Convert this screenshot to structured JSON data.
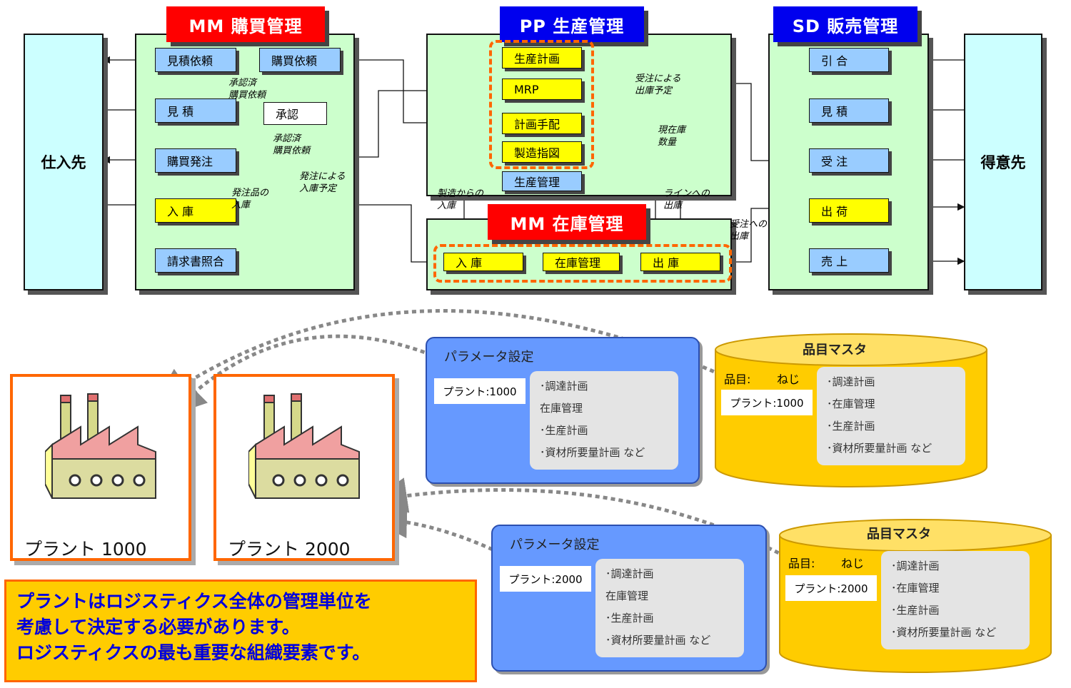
{
  "modules": {
    "mm_purchase": "MM 購買管理",
    "pp_production": "PP 生産管理",
    "sd_sales": "SD 販売管理",
    "mm_inventory": "MM 在庫管理"
  },
  "parties": {
    "supplier": "仕入先",
    "customer": "得意先"
  },
  "purchase_boxes": {
    "rfq": "見積依頼",
    "requisition": "購買依頼",
    "quote": "見 積",
    "approval": "承認",
    "po": "購買発注",
    "gr": "入 庫",
    "invoice": "請求書照合"
  },
  "production_boxes": {
    "plan": "生産計画",
    "mrp": "MRP",
    "planned_order": "計画手配",
    "prod_order": "製造指図",
    "prod_control": "生産管理"
  },
  "inventory_boxes": {
    "gr": "入 庫",
    "mgmt": "在庫管理",
    "gi": "出 庫"
  },
  "sales_boxes": {
    "inquiry": "引 合",
    "quote": "見 積",
    "order": "受 注",
    "shipment": "出 荷",
    "billing": "売 上"
  },
  "notes": {
    "approved_req1": "承認済\n購買依頼",
    "approved_req2": "承認済\n購買依頼",
    "order_gr_plan": "発注による\n入庫予定",
    "po_items": "発注品の\n入庫",
    "order_gi_plan": "受注による\n出庫予定",
    "current_stock": "現在庫\n数量",
    "from_mfg": "製造からの\n入庫",
    "to_line": "ラインへの\n出庫",
    "to_order": "受注への\n出庫"
  },
  "plants": [
    {
      "label": "プラント 1000"
    },
    {
      "label": "プラント 2000"
    }
  ],
  "params": [
    {
      "title": "パラメータ設定",
      "plant": "プラント:1000",
      "items": [
        "･調達計画",
        "在庫管理",
        "･生産計画",
        "･資材所要量計画 など"
      ]
    },
    {
      "title": "パラメータ設定",
      "plant": "プラント:2000",
      "items": [
        "･調達計画",
        "在庫管理",
        "･生産計画",
        "･資材所要量計画 など"
      ]
    }
  ],
  "masters": [
    {
      "title": "品目マスタ",
      "item_label": "品目:",
      "item_value": "ねじ",
      "plant": "プラント:1000",
      "items": [
        "･調達計画",
        "･在庫管理",
        "･生産計画",
        "･資材所要量計画 など"
      ]
    },
    {
      "title": "品目マスタ",
      "item_label": "品目:",
      "item_value": "ねじ",
      "plant": "プラント:2000",
      "items": [
        "･調達計画",
        "･在庫管理",
        "･生産計画",
        "･資材所要量計画 など"
      ]
    }
  ],
  "callout": {
    "line1": "プラントはロジスティクス全体の管理単位を",
    "line2": "考慮して決定する必要があります。",
    "line3": "ロジスティクスの最も重要な組織要素です。"
  },
  "colors": {
    "panel_green": "#ccffcc",
    "party_cyan": "#ccffff",
    "box_blue": "#99ccff",
    "box_yellow": "#ffff00",
    "title_red": "#ff0000",
    "title_blue": "#0000ee",
    "accent_orange": "#ff6600",
    "param_blue": "#6699ff",
    "master_gold": "#ffcc00",
    "callout_text": "#0000dd"
  }
}
